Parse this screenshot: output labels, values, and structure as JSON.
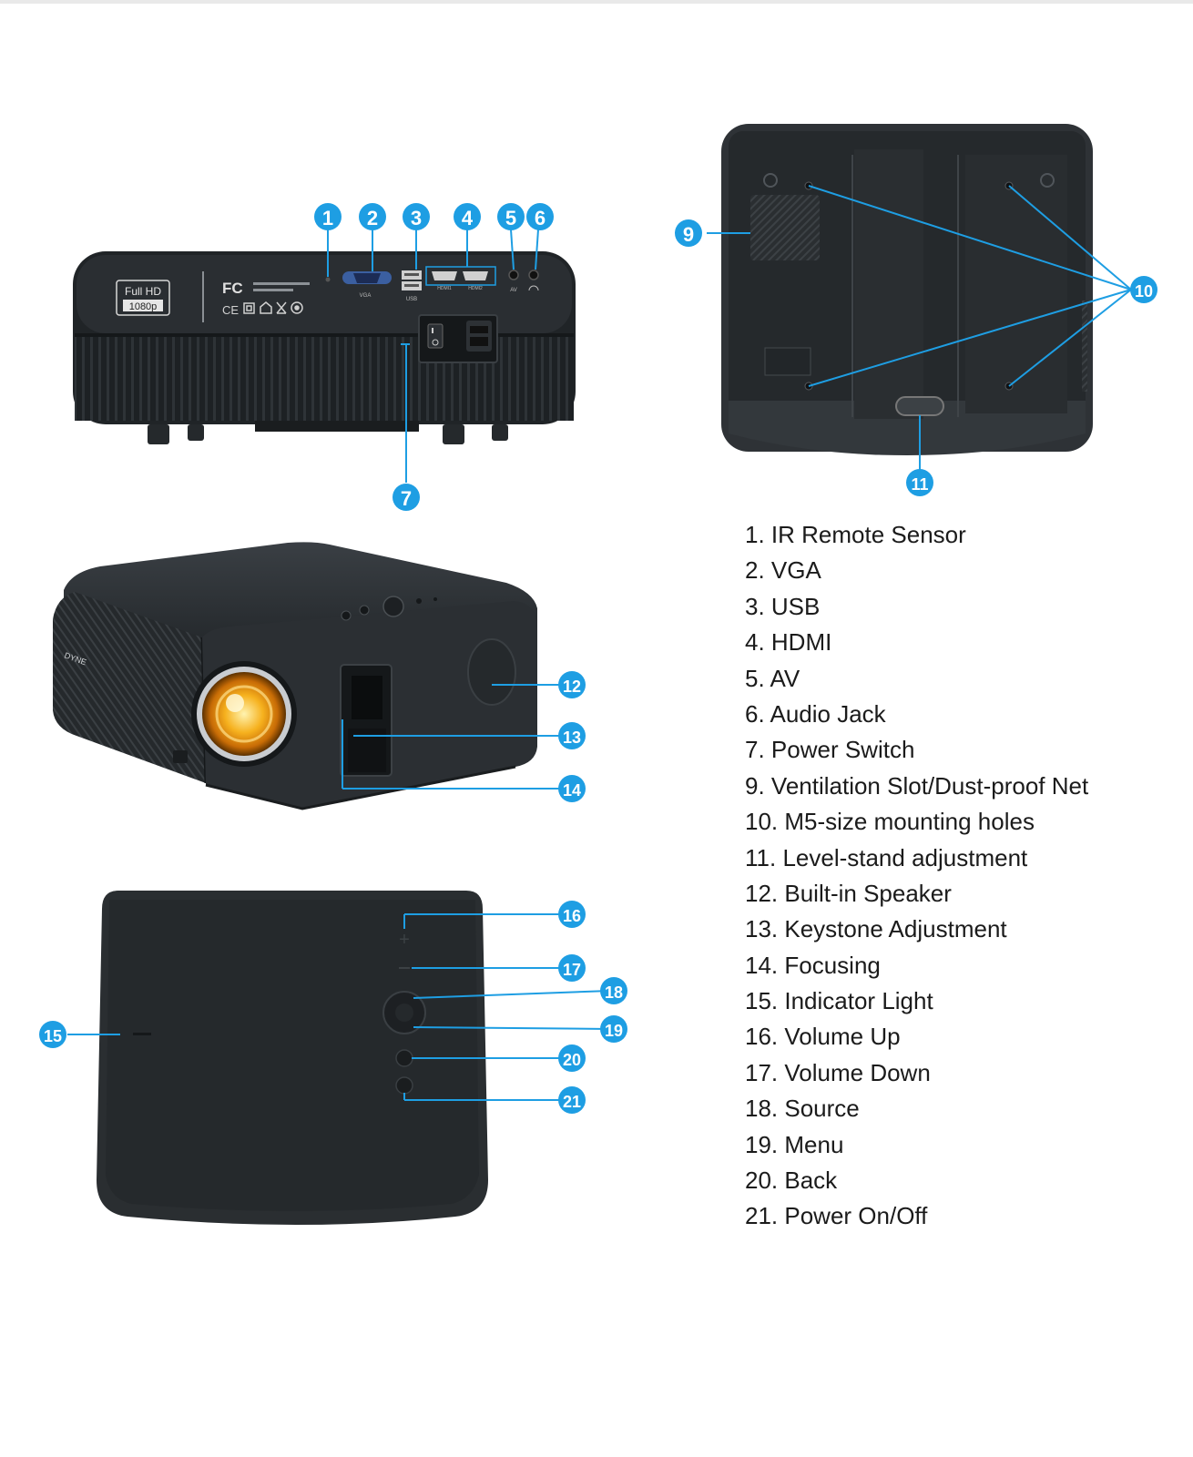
{
  "product": {
    "badge_line1": "Full HD",
    "badge_line2": "1080p",
    "fcc_mark": "FC",
    "port_vga_label": "VGA",
    "port_usb_label": "USB",
    "port_hdmi1_label": "HDMI1",
    "port_hdmi2_label": "HDMI2",
    "port_av_label": "AV",
    "brand_side": "DYNE"
  },
  "colors": {
    "callout": "#1e9ee3",
    "body_dark": "#23272b",
    "lens": "#f2a417"
  },
  "callouts": {
    "c1": "1",
    "c2": "2",
    "c3": "3",
    "c4": "4",
    "c5": "5",
    "c6": "6",
    "c7": "7",
    "c9": "9",
    "c10": "10",
    "c11": "11",
    "c12": "12",
    "c13": "13",
    "c14": "14",
    "c15": "15",
    "c16": "16",
    "c17": "17",
    "c18": "18",
    "c19": "19",
    "c20": "20",
    "c21": "21"
  },
  "legend": [
    "1. IR Remote Sensor",
    "2. VGA",
    "3. USB",
    "4. HDMI",
    "5. AV",
    "6. Audio Jack",
    "7. Power Switch",
    "9. Ventilation Slot/Dust-proof Net",
    "10. M5-size mounting holes",
    "11. Level-stand adjustment",
    "12. Built-in Speaker",
    "13. Keystone Adjustment",
    "14. Focusing",
    "15. Indicator Light",
    "16. Volume Up",
    "17. Volume Down",
    "18. Source",
    "19. Menu",
    "20. Back",
    "21. Power On/Off"
  ]
}
